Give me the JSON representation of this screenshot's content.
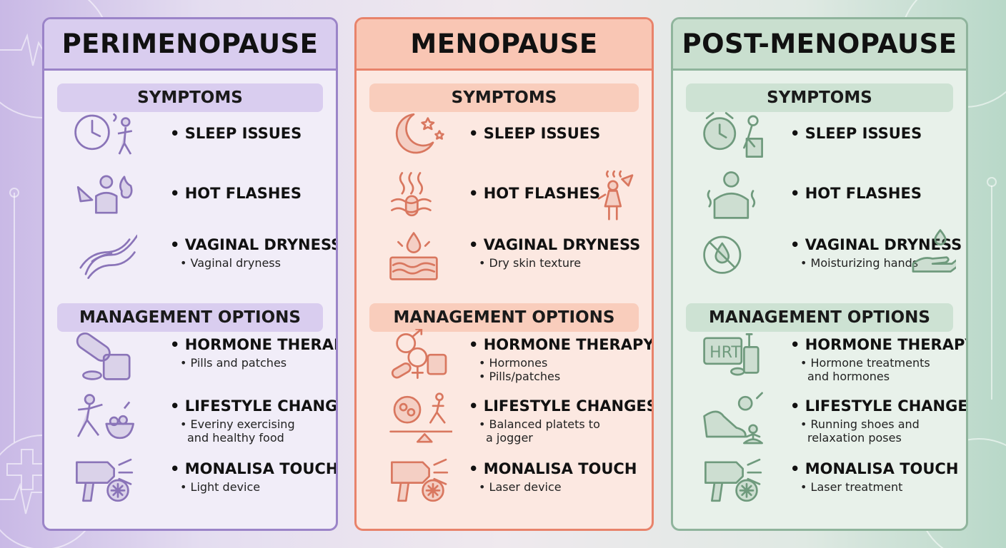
{
  "columns": [
    {
      "id": "peri",
      "title": "PERIMENOPAUSE",
      "border": "#9b84c8",
      "bg": "#f1edf8",
      "header_bg": "#d9cdef",
      "pill_bg": "#d9cdef",
      "icon": "#8a74b8",
      "symptoms_label": "SYMPTOMS",
      "management_label": "MANAGEMENT OPTIONS",
      "symptoms": [
        {
          "icon": "clock-sleepwalker-icon",
          "title": "• SLEEP ISSUES",
          "sub": []
        },
        {
          "icon": "fan-flame-person-icon",
          "title": "• HOT FLASHES",
          "sub": []
        },
        {
          "icon": "wavy-lines-icon",
          "title": "• VAGINAL DRYNESS",
          "sub": [
            "• Vaginal dryness"
          ]
        }
      ],
      "management": [
        {
          "icon": "pill-patch-icon",
          "title": "• HORMONE THERAPY",
          "sub": [
            "• Pills and patches"
          ]
        },
        {
          "icon": "exercise-healthy-food-icon",
          "title": "• LIFESTYLE CHANGES",
          "sub": [
            "• Everiny exercising",
            "and healthy food"
          ]
        },
        {
          "icon": "light-device-icon",
          "title": "• MONALISA TOUCH",
          "sub": [
            "• Light device"
          ]
        }
      ]
    },
    {
      "id": "meno",
      "title": "MENOPAUSE",
      "border": "#e8836b",
      "bg": "#fce8e1",
      "header_bg": "#f9c6b4",
      "pill_bg": "#f9cdbc",
      "icon": "#d9775f",
      "symptoms_label": "SYMPTOMS",
      "management_label": "MANAGEMENT OPTIONS",
      "symptoms": [
        {
          "icon": "moon-stars-icon",
          "title": "• SLEEP ISSUES",
          "sub": []
        },
        {
          "icon": "heat-waves-fan-person-icon",
          "title": "• HOT FLASHES",
          "sub": []
        },
        {
          "icon": "skin-droplet-icon",
          "title": "• VAGINAL DRYNESS",
          "sub": [
            "• Dry skin texture"
          ]
        }
      ],
      "management": [
        {
          "icon": "hormone-symbols-icon",
          "title": "• HORMONE THERAPY",
          "sub": [
            "• Hormones",
            "• Pills/patches"
          ]
        },
        {
          "icon": "balance-plate-jogger-icon",
          "title": "• LIFESTYLE CHANGES",
          "sub": [
            "• Balanced platets to",
            "a jogger"
          ]
        },
        {
          "icon": "laser-device-icon",
          "title": "• MONALISA TOUCH",
          "sub": [
            "• Laser device"
          ]
        }
      ]
    },
    {
      "id": "post",
      "title": "POST-MENOPAUSE",
      "border": "#8fb49c",
      "bg": "#e8f1ea",
      "header_bg": "#c9dfcf",
      "pill_bg": "#cde2d3",
      "icon": "#6f9a7d",
      "symptoms_label": "SYMPTOMS",
      "management_label": "MANAGEMENT OPTIONS",
      "symptoms": [
        {
          "icon": "alarm-clock-tired-person-icon",
          "title": "• SLEEP ISSUES",
          "sub": []
        },
        {
          "icon": "person-heat-icon",
          "title": "• HOT FLASHES",
          "sub": []
        },
        {
          "icon": "no-droplet-hand-icon",
          "title": "• VAGINAL DRYNESS",
          "sub": [
            "• Moisturizing hands"
          ]
        }
      ],
      "management": [
        {
          "icon": "hrt-bottle-icon",
          "title": "• HORMONE THERAPY",
          "sub": [
            "• Hormone treatments",
            "and hormones"
          ]
        },
        {
          "icon": "shoe-food-meditation-icon",
          "title": "• LIFESTYLE CHANGES",
          "sub": [
            "• Running shoes and",
            "relaxation poses"
          ]
        },
        {
          "icon": "laser-treatment-device-icon",
          "title": "• MONALISA TOUCH",
          "sub": [
            "• Laser treatment"
          ]
        }
      ]
    }
  ],
  "hrt_label": "HRT"
}
